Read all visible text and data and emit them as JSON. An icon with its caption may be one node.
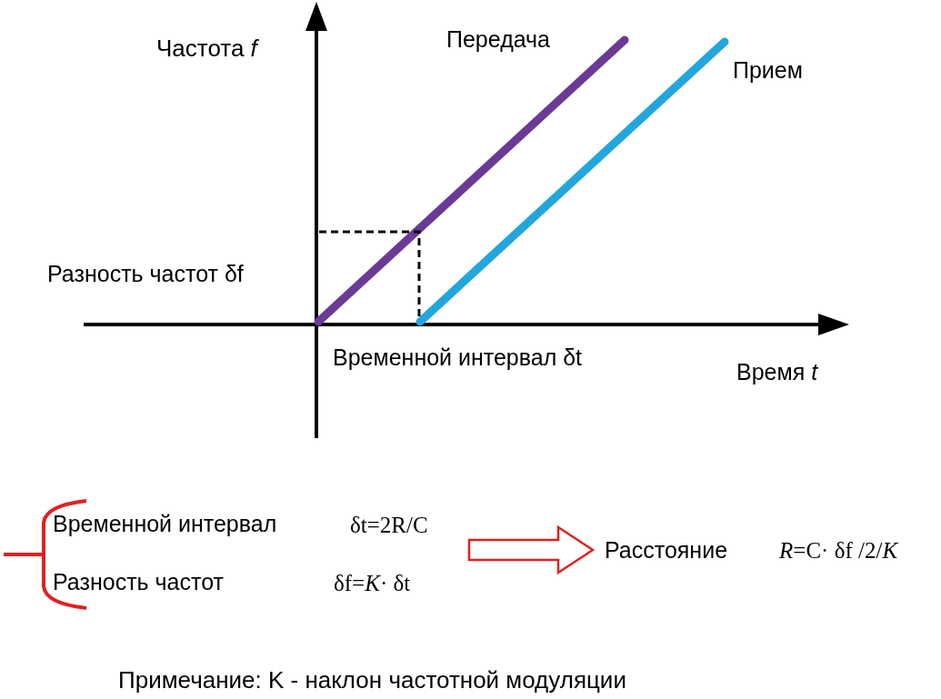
{
  "diagram": {
    "nodes": [
      {
        "text": [
          "Временной интервал",
          "δt=2R/C",
          "Разность частот",
          "δf=*K*· δt"
        ]
      },
      {
        "text": [
          "Расстояние",
          "*R*=C· δf /2/*K*"
        ]
      }
    ],
    "edges": [
      {
        "from": 0,
        "to": 1,
        "arrow": "to",
        "color": "#e02020"
      }
    ],
    "labels": [
      "Частота *f*",
      "Передача",
      "Прием",
      "Разность частот δf",
      "Временной интервал δt",
      "Время *t*",
      "Примечание: K - наклон частотной модуляции"
    ]
  }
}
